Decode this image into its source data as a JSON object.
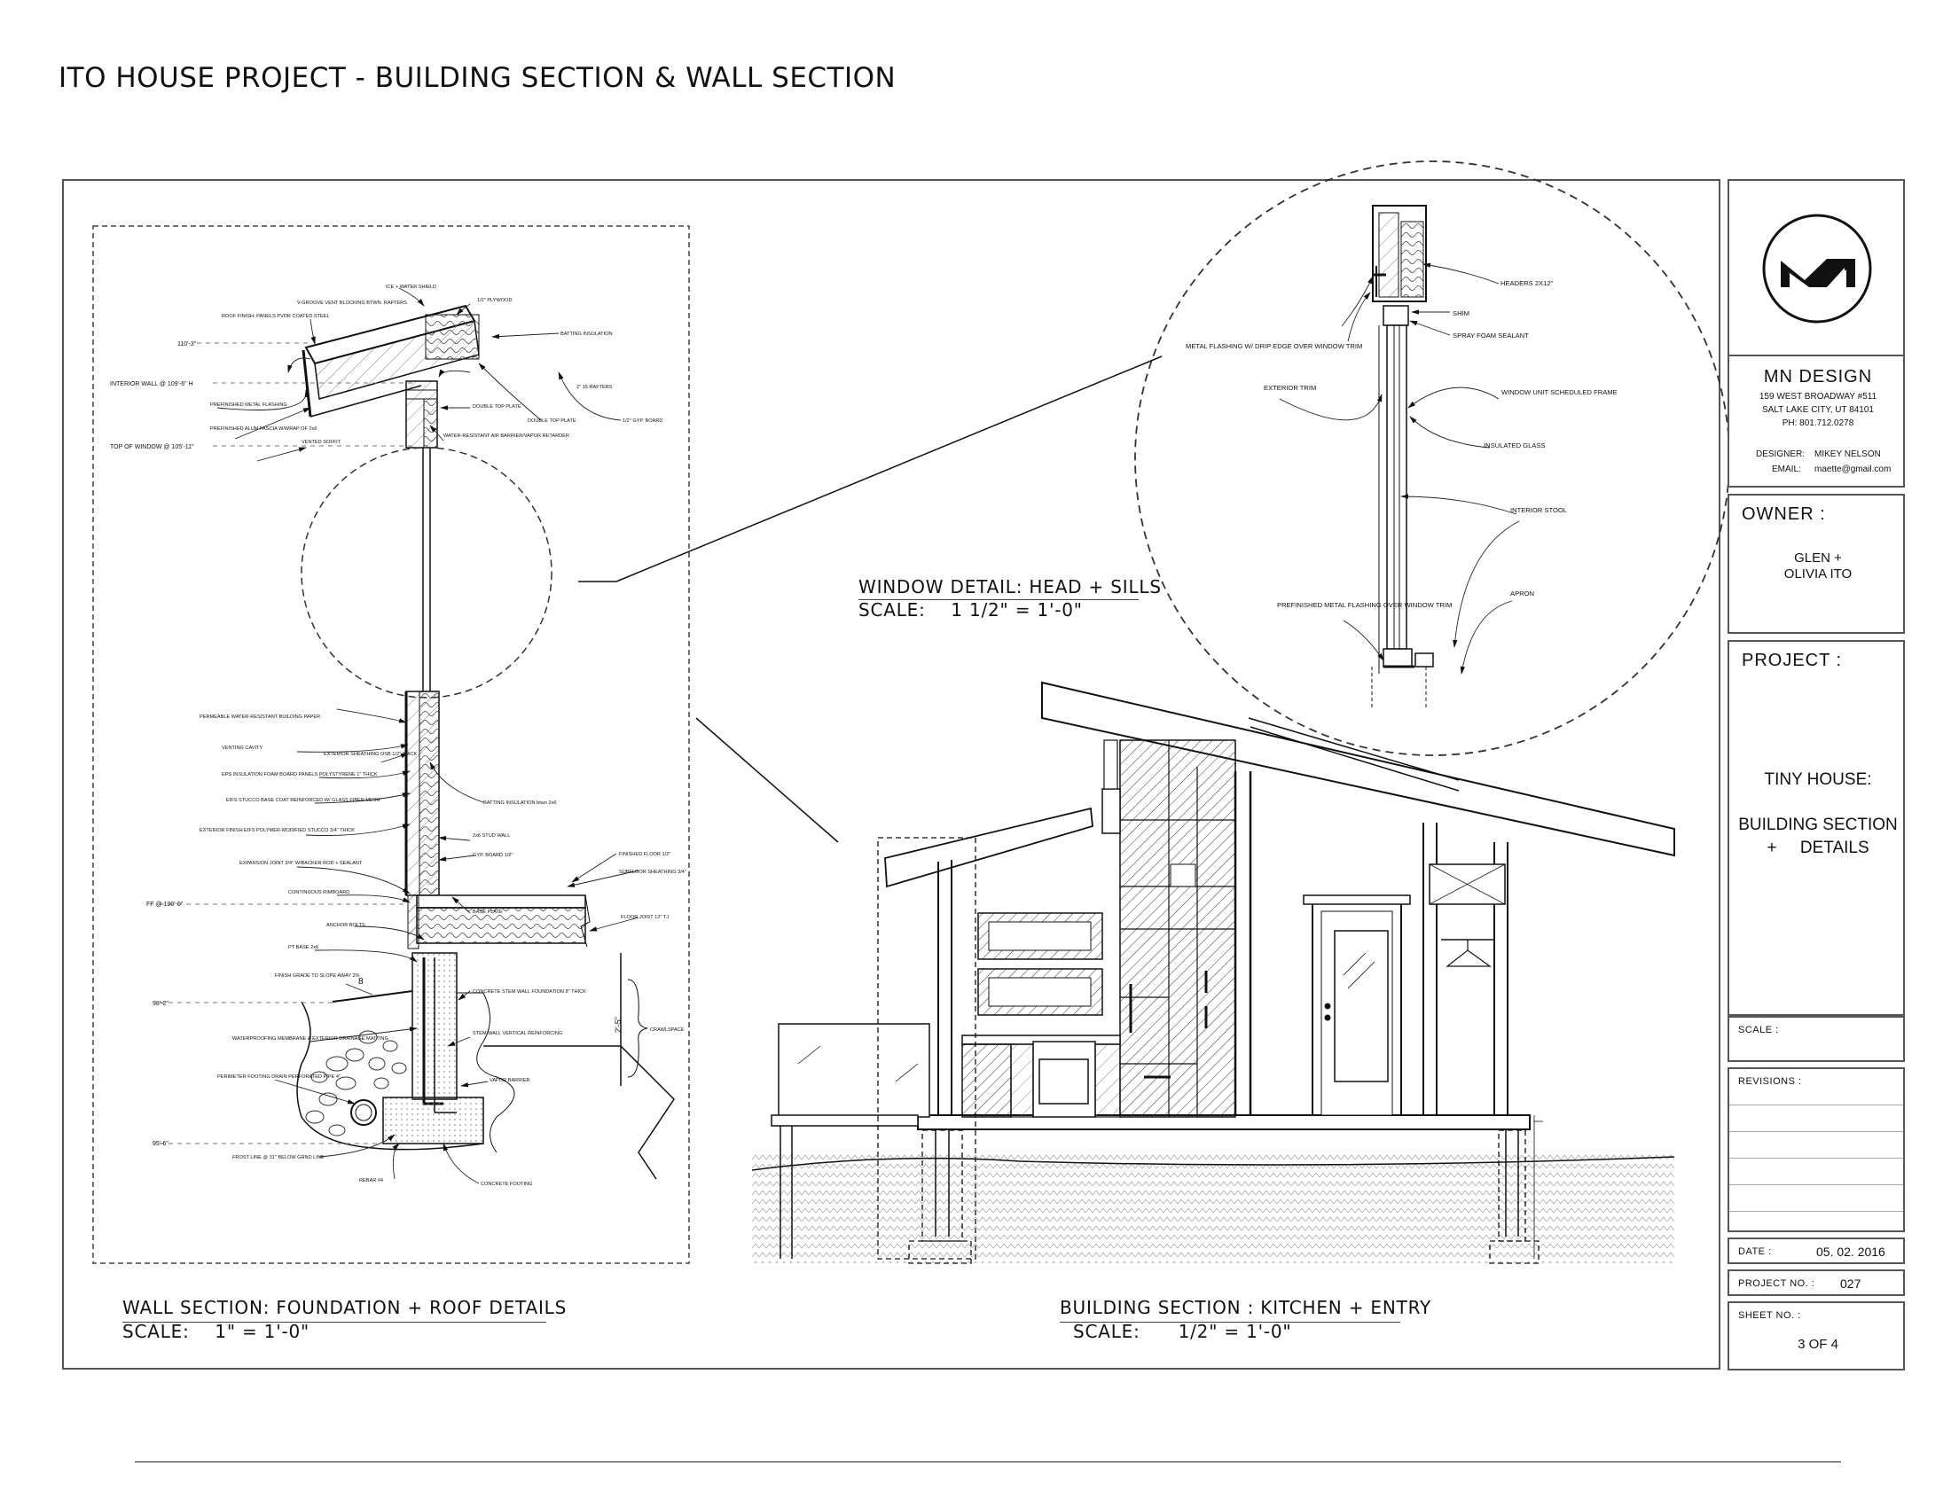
{
  "sheet": {
    "title": "ITO HOUSE PROJECT - BUILDING SECTION & WALL SECTION"
  },
  "firm": {
    "name": "MN DESIGN",
    "address1": "159 WEST BROADWAY #511",
    "address2": "SALT LAKE CITY, UT 84101",
    "phone": "PH: 801.712.0278",
    "designer_label": "DESIGNER:",
    "designer": "MIKEY NELSON",
    "email_label": "EMAIL:",
    "email": "maette@gmail.com"
  },
  "owner": {
    "label": "OWNER :",
    "line1": "GLEN +",
    "line2": "OLIVIA ITO"
  },
  "project": {
    "label": "PROJECT :",
    "line1": "TINY HOUSE:",
    "line2": "BUILDING SECTION",
    "line3": "+     DETAILS"
  },
  "scale_box": {
    "label": "SCALE :"
  },
  "revisions": {
    "label": "REVISIONS :"
  },
  "date": {
    "label": "DATE :",
    "value": "05. 02. 2016"
  },
  "project_no": {
    "label": "PROJECT NO. :",
    "value": "027"
  },
  "sheet_no": {
    "label": "SHEET NO. :",
    "value": "3 OF 4"
  },
  "captions": {
    "wall_title": "WALL SECTION: FOUNDATION + ROOF DETAILS",
    "wall_scale": "SCALE:    1\" = 1'-0\"",
    "window_title": "WINDOW DETAIL: HEAD + SILLS",
    "window_scale": "SCALE:    1 1/2\" = 1'-0\"",
    "building_title": "BUILDING SECTION : KITCHEN + ENTRY",
    "building_scale": "SCALE:      1/2\" = 1'-0\""
  },
  "wall_notes": {
    "ice_water": "ICE + WATER SHIELD",
    "vent_block": "V-GROOVE VENT BLOCKING BTWN. RAFTERS",
    "plywood": "1/2\" PLYWOOD",
    "roof_finish": "ROOF FINISH: PANELS PVDR COATED STEEL",
    "batting": "BATTING INSULATION",
    "elev_top": "110'-3\"",
    "interior_wall": "INTERIOR WALL @ 109'-6\" H",
    "prefinished_flashing": "PREFINISHED METAL FLASHING",
    "rafters": "2\" 15 RAFTERS",
    "double_top": "DOUBLE TOP PLATE",
    "double_top2": "DOUBLE TOP PLATE",
    "gyp_board": "1/2\" GYP. BOARD",
    "fascia": "PREFINISHED ALUM FASCIA W/WRAP OF 2x6",
    "vented_soffit": "VENTED SOFFIT",
    "water_resistant": "WATER-RESISTANT AIR BARRIER/VAPOR RETARDER",
    "top_window": "TOP OF WINDOW @ 105'-11\"",
    "building_paper": "PERMEABLE WATER-RESISTANT BUILDING PAPER",
    "venting_cavity": "VENTING CAVITY",
    "sheathing": "EXTERIOR SHEATHING OSB 1/2\" THICK",
    "eps_insulation": "EPS INSULATION FOAM BOARD PANELS POLYSTYRENE 1\" THICK",
    "base_coat": "EIFS STUCCO BASE COAT REINFORCED W/ GLASS FIBER MESH",
    "batting2": "BATTING INSULATION btwn 2x6",
    "exterior_finish": "EXTERIOR FINISH EIFS POLYMER-MODIFIED STUCCO 3/4\" THICK",
    "stud_wall": "2x6 STUD WALL",
    "expansion_joint": "EXPANSION JOINT 3/4\" W/BACKER ROD + SEALANT",
    "gyp_board2": "GYP. BOARD 1/2\"",
    "finished_floor": "FINISHED FLOOR 1/2\"",
    "subfloor": "SUBFLOOR SHEATHING 3/4\"",
    "continuous_rimboard": "CONTINUOUS RIMBOARD",
    "base_plate": "BASE PLATE",
    "ff": "FF @ 100'-0\"",
    "floor_joist": "FLOOR JOIST 12\" TJ",
    "anchor_bolts": "ANCHOR BOLTS",
    "pt_base": "PT BASE 2x6",
    "finish_grade": "FINISH GRADE TO SLOPE AWAY 2%",
    "grade_elev": "98'-2\"",
    "stem_wall": "CONCRETE STEM WALL FOUNDATION 8\" THICK",
    "crawlspace": "CRAWLSPACE",
    "crawl_dim": "2'-5\"",
    "waterproofing": "WATERPROOFING MEMBRANE & EXTERIOR DRAINAGE MATTING",
    "stem_reinf": "STEM WALL VERTICAL REINFORCING",
    "footing_drain": "PERIMETER FOOTING DRAIN PERFORATED PIPE 4\"",
    "vapor_barrier": "VAPOR BARRIER",
    "footing_elev": "95'-6\"",
    "frost_line": "FROST LINE @ 31\" BELOW GRND LINE",
    "rebar": "REBAR #4",
    "concrete_footing": "CONCRETE FOOTING"
  },
  "window_notes": {
    "headers": "HEADERS 2X12\"",
    "shim": "SHIM",
    "spray_foam": "SPRAY FOAM SEALANT",
    "flashing": "METAL FLASHING W/ DRIP EDGE OVER WINDOW TRIM",
    "exterior_trim": "EXTERIOR TRIM",
    "window_unit": "WINDOW UNIT SCHEDULED FRAME",
    "insulated_glass": "INSULATED GLASS",
    "interior_stool": "INTERIOR STOOL",
    "apron": "APRON",
    "prefinished_flashing": "PREFINISHED METAL FLASHING OVER WINDOW TRIM"
  }
}
